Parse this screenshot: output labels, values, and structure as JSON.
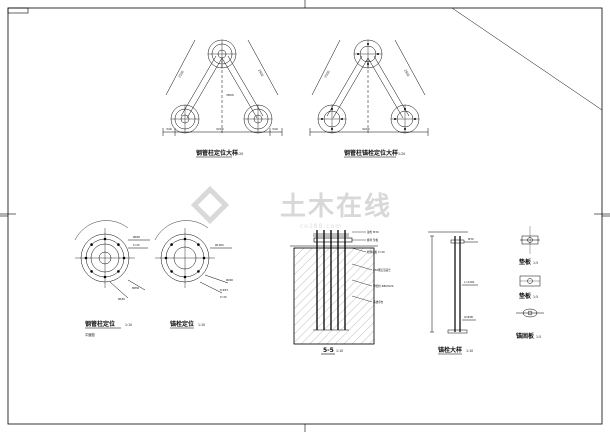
{
  "watermark": {
    "brand": "土木在线",
    "sub": "co188.com"
  },
  "views": {
    "plan_a": {
      "title": "钢管柱定位大样",
      "scale": "1:20",
      "dims": [
        "2500",
        "2500",
        "3800",
        "340",
        "3200",
        "340"
      ]
    },
    "plan_b": {
      "title": "钢管柱锚栓定位大样",
      "scale": "1:20",
      "dims": [
        "2500",
        "2500",
        "3200"
      ]
    },
    "col_plan": {
      "title": "钢管柱定位",
      "scale": "1:10",
      "sub": "平面图",
      "callouts": [
        "Φ800",
        "t=20",
        "8M30",
        "Φ650"
      ]
    },
    "anchor_plan": {
      "title": "锚栓定位",
      "scale": "1:10",
      "callouts": [
        "Φ1000",
        "Φ900",
        "8-Φ33",
        "t=30"
      ]
    },
    "section": {
      "title": "5-5",
      "scale": "1:10",
      "notes": [
        "锚栓 M30",
        "螺母 垫板",
        "柱脚底板 t=30",
        "C30细石混凝土",
        "钢管柱 Φ800x20",
        "基础承台"
      ]
    },
    "anchor_detail": {
      "title": "锚栓大样",
      "scale": "1:10",
      "notes": [
        "M30",
        "L=1200",
        "Q345B"
      ]
    },
    "small_details": [
      {
        "title": "垫板",
        "scale": "1:5"
      },
      {
        "title": "垫板",
        "scale": "1:5"
      },
      {
        "title": "锚固板",
        "scale": "1:5"
      }
    ]
  }
}
